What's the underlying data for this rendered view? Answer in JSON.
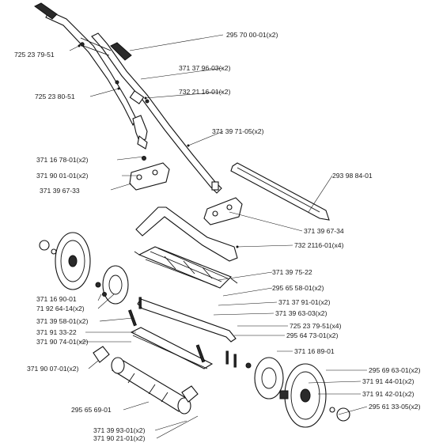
{
  "diagram": {
    "part_labels": [
      {
        "id": "p01",
        "text": "295 70 00-01(x2)"
      },
      {
        "id": "p02",
        "text": "725 23 79-51"
      },
      {
        "id": "p03",
        "text": "371 37 96-03(x2)"
      },
      {
        "id": "p04",
        "text": "725 23 80-51"
      },
      {
        "id": "p05",
        "text": "732 21 16-01(x2)"
      },
      {
        "id": "p06",
        "text": "371 39 71-05(x2)"
      },
      {
        "id": "p07",
        "text": "371 16 78-01(x2)"
      },
      {
        "id": "p08",
        "text": "371 90 01-01(x2)"
      },
      {
        "id": "p09",
        "text": "293 98 84-01"
      },
      {
        "id": "p10",
        "text": "371 39 67-33"
      },
      {
        "id": "p11",
        "text": "371 39 67-34"
      },
      {
        "id": "p12",
        "text": "732 2116-01(x4)"
      },
      {
        "id": "p13",
        "text": "371 39 75-22"
      },
      {
        "id": "p14",
        "text": "295 65 58-01(x2)"
      },
      {
        "id": "p15",
        "text": "371 16 90-01"
      },
      {
        "id": "p16",
        "text": "71 92 64-14(x2)"
      },
      {
        "id": "p17",
        "text": "371 37 91-01(x2)"
      },
      {
        "id": "p18",
        "text": "371 39 63-03(x2)"
      },
      {
        "id": "p19",
        "text": "371 39 58-01(x2)"
      },
      {
        "id": "p20",
        "text": "725 23 79-51(x4)"
      },
      {
        "id": "p21",
        "text": "371 91 33-22"
      },
      {
        "id": "p22",
        "text": "295 64 73-01(x2)"
      },
      {
        "id": "p23",
        "text": "371 90 74-01(x2)"
      },
      {
        "id": "p24",
        "text": "371 16 89-01"
      },
      {
        "id": "p25",
        "text": "371 90 07-01(x2)"
      },
      {
        "id": "p26",
        "text": "295 69 63-01(x2)"
      },
      {
        "id": "p27",
        "text": "371 91 44-01(x2)"
      },
      {
        "id": "p28",
        "text": "371 91 42-01(x2)"
      },
      {
        "id": "p29",
        "text": "295 65 69-01"
      },
      {
        "id": "p30",
        "text": "295 61 33-05(x2)"
      },
      {
        "id": "p31",
        "text": "371 39 93-01(x2)"
      },
      {
        "id": "p32",
        "text": "371 90 21-01(x2)"
      }
    ]
  }
}
